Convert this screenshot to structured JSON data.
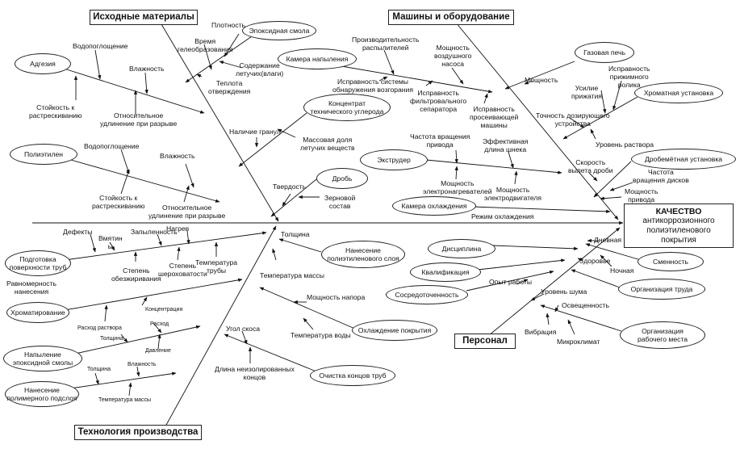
{
  "categories": {
    "materials": "Исходные материалы",
    "machines": "Машины и оборудование",
    "technology": "Технология производства",
    "personnel": "Персонал"
  },
  "result": {
    "line1": "КАЧЕСТВО",
    "line2": "антикоррозионного",
    "line3": "полиэтиленового",
    "line4": "покрытия"
  },
  "ovals": {
    "epoxy": "Эпоксидная смола",
    "adhesion": "Адгезия",
    "carbon1": "Концентрат",
    "carbon2": "технического углерода",
    "polyethylene": "Полиэтилен",
    "shot": "Дробь",
    "spray_chamber": "Камера напыления",
    "gas_oven": "Газовая печь",
    "chrome_unit": "Хроматная установка",
    "extruder": "Экструдер",
    "shot_blast": "Дробемётная установка",
    "cooling_chamber": "Камера охлаждения",
    "surface_prep1": "Подготовка",
    "surface_prep2": "поверхности труб",
    "pe_apply1": "Нанесение",
    "pe_apply2": "полиэтиленового слоя",
    "chromating": "Хроматирование",
    "epoxy_spray1": "Напыление",
    "epoxy_spray2": "эпоксидной смолы",
    "primer1": "Нанесение",
    "primer2": "полимерного подслоя",
    "coating_cooling": "Охлаждение покрытия",
    "pipe_ends": "Очистка концов труб",
    "discipline": "Дисциплина",
    "qualification": "Квалификация",
    "concentration": "Сосредоточенность",
    "shift": "Сменность",
    "labor_org": "Организация труда",
    "workplace1": "Организация",
    "workplace2": "рабочего места"
  },
  "labels": {
    "density": "Плотность",
    "gel_time1": "Время",
    "gel_time2": "гелеобразования",
    "volatiles1": "Содержание",
    "volatiles2": "летучих(влаги)",
    "cure_heat1": "Теплота",
    "cure_heat2": "отверждения",
    "water_abs1": "Водопоглощение",
    "humidity1": "Влажность",
    "crack_res1a": "Стойкость к",
    "crack_res1b": "растрескиванию",
    "elong1a": "Относительное",
    "elong1b": "удлинение при разрыве",
    "granules": "Наличие гранул",
    "mass_vol1": "Массовая доля",
    "mass_vol2": "летучих веществ",
    "water_abs2": "Водопоглощение",
    "humidity2": "Влажность",
    "crack_res2a": "Стойкость к",
    "crack_res2b": "растрескиванию",
    "elong2a": "Относительное",
    "elong2b": "удлинение при разрыве",
    "hardness": "Твердость",
    "grain1": "Зерновой",
    "grain2": "состав",
    "sprayer_perf1": "Производительность",
    "sprayer_perf2": "распылителей",
    "pump_power1": "Мощность",
    "pump_power2": "воздушного",
    "pump_power3": "насоса",
    "ignition1": "Исправность системы",
    "ignition2": "обнаружения возгорания",
    "filter1": "Исправность",
    "filter2": "фильтровального",
    "filter3": "сепаратора",
    "sifter1": "Исправность",
    "sifter2": "просеивающей",
    "sifter3": "машины",
    "power": "Мощность",
    "roller1": "Исправность",
    "roller2": "прижимного",
    "roller3": "ролика",
    "press1": "Усилие",
    "press2": "прижатия",
    "dosing1": "Точность дозирующего",
    "dosing2": "устройства",
    "solution_level": "Уровень раствора",
    "drive_speed1": "Частота вращения",
    "drive_speed2": "привода",
    "screw_len1": "Эффективная",
    "screw_len2": "длина шнека",
    "heater_power1": "Мощность",
    "heater_power2": "электронагревателей",
    "motor_power1": "Мощность",
    "motor_power2": "электродвигателя",
    "shot_speed1": "Скорость",
    "shot_speed2": "вылета дроби",
    "disk_speed1": "Частота",
    "disk_speed2": "вращения дисков",
    "drive_power1": "Мощность",
    "drive_power2": "привода",
    "cooling_mode": "Режим охлаждения",
    "defects": "Дефекты",
    "dents1": "Вмятин",
    "dents2": "ы",
    "dust": "Запыленность",
    "heating": "Нагрев",
    "degrease1": "Степень",
    "degrease2": "обезжиривания",
    "roughness1": "Степень",
    "roughness2": "шероховатости",
    "pipe_temp1": "Температура",
    "pipe_temp2": "трубы",
    "thickness1": "Толщина",
    "mass_temp": "Температура массы",
    "uniformity1": "Равномерность",
    "uniformity2": "нанесения",
    "concentration_lbl": "Концентрация",
    "solution_flow": "Расход раствора",
    "flow": "Расход",
    "thickness2": "Толщина",
    "pressure": "Давление",
    "thickness3": "Толщина",
    "humidity3": "Влажность",
    "mass_temp_small": "Температура массы",
    "jet_power": "Мощность напора",
    "water_temp": "Температура воды",
    "bevel_angle": "Угол скоса",
    "uninsulated1": "Длина неизолированных",
    "uninsulated2": "концов",
    "day_shift": "Дневная",
    "health": "Здоровье",
    "night_shift": "Ночная",
    "experience": "Опыт работы",
    "noise": "Уровень шума",
    "lighting": "Освещенность",
    "vibration": "Вибрация",
    "microclimate": "Микроклимат"
  }
}
